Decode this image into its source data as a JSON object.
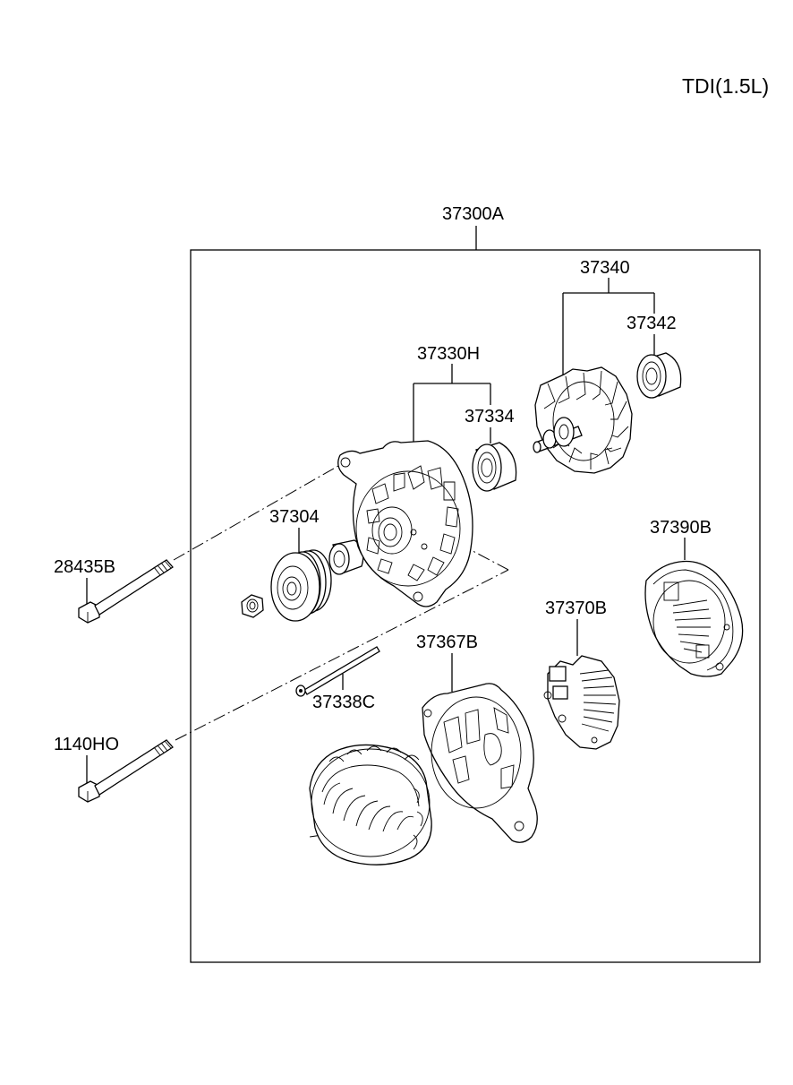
{
  "title": "TDI(1.5L)",
  "assembly_label": "37300A",
  "parts": {
    "rotor": "37340",
    "rear_bearing": "37342",
    "front_bracket": "37330H",
    "front_bearing": "37334",
    "pulley": "37304",
    "rear_cover": "37390B",
    "long_bolt": "28435B",
    "regulator": "37370B",
    "rear_bracket": "37367B",
    "through_bolt": "37338C",
    "lower_bolt": "1140HO"
  }
}
